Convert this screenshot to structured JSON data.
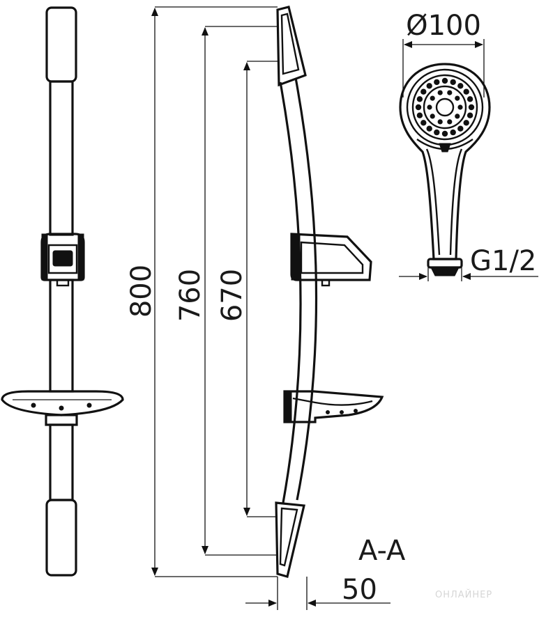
{
  "dimensions": {
    "total_height": "800",
    "rail_length": "760",
    "slider_travel": "670",
    "head_diameter": "Ø100",
    "thread": "G1/2",
    "wall_offset": "50"
  },
  "section_label": "A-A",
  "watermark": "ОНЛАЙНЕР"
}
